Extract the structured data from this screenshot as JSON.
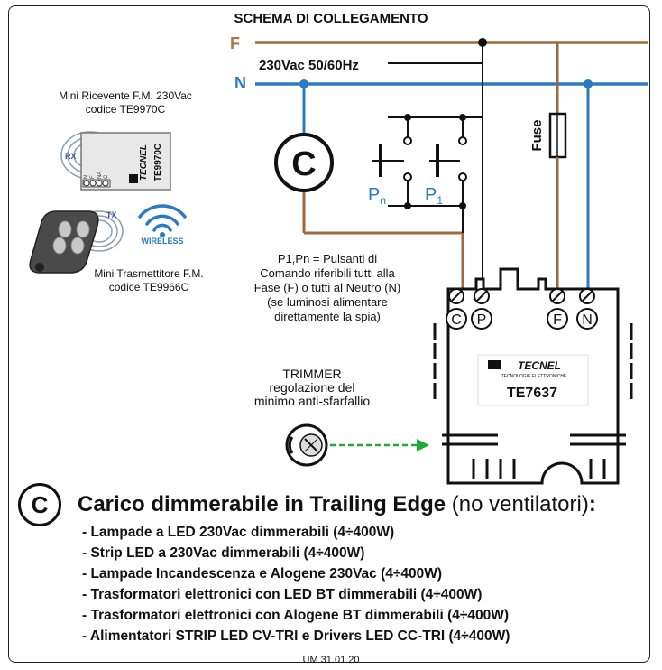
{
  "title": "SCHEMA DI COLLEGAMENTO",
  "mains": {
    "phase_label": "F",
    "neutral_label": "N",
    "voltage": "230Vac 50/60Hz"
  },
  "colors": {
    "phase_wire": "#9c6a3c",
    "neutral_wire": "#2a7bc4",
    "trimmer_arrow": "#21a83a",
    "black": "#111111"
  },
  "load_symbol": "C",
  "fuse_label": "Fuse",
  "buttons": {
    "pn_main": "P",
    "pn_sub": "n",
    "p1_main": "P",
    "p1_sub": "1"
  },
  "receiver": {
    "line1": "Mini Ricevente F.M. 230Vac",
    "line2": "codice TE9970C",
    "rx_tag": "RX",
    "brand": "TECNEL",
    "model": "TE9970C",
    "pins": [
      "N",
      "F",
      "NA",
      "C"
    ]
  },
  "transmitter": {
    "line1": "Mini Trasmettitore F.M.",
    "line2": "codice TE9966C",
    "tx_tag": "TX",
    "wireless": "WIRELESS"
  },
  "buttons_note": [
    "P1,Pn = Pulsanti di",
    "Comando riferibili tutti alla",
    "Fase (F) o tutti al Neutro (N)",
    "(se luminosi alimentare",
    "direttamente la spia)"
  ],
  "trimmer_note": [
    "TRIMMER",
    "regolazione del",
    "minimo anti-sfarfallio"
  ],
  "device": {
    "brand": "TECNEL",
    "tagline": "TECNOLOGIE ELETTRONICHE",
    "model": "TE7637",
    "terminals": [
      "C",
      "P",
      "F",
      "N"
    ]
  },
  "legend": {
    "symbol": "C",
    "title_bold": "Carico dimmerabile in Trailing Edge",
    "title_normal": " (no ventilatori)",
    "title_colon": ":",
    "items": [
      "- Lampade a LED 230Vac dimmerabili (4÷400W)",
      "- Strip LED a 230Vac dimmerabili (4÷400W)",
      "- Lampade Incandescenza e Alogene 230Vac (4÷400W)",
      "- Trasformatori elettronici con LED BT dimmerabili (4÷400W)",
      "- Trasformatori elettronici con Alogene BT dimmerabili (4÷400W)",
      "- Alimentatori STRIP LED CV-TRI e Drivers LED CC-TRI (4÷400W)"
    ]
  },
  "footer": "UM 31.01.20"
}
